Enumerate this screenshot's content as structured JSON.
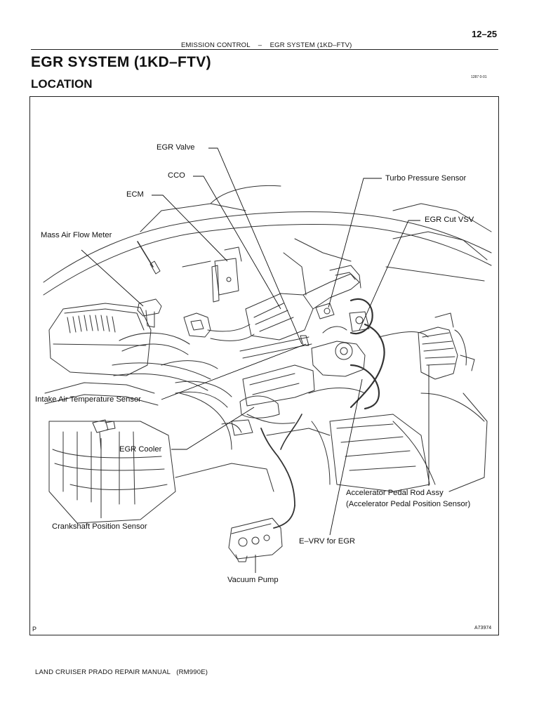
{
  "header": {
    "page_number": "12–25",
    "running_title": "EMISSION CONTROL    –    EGR SYSTEM (1KD–FTV)",
    "code_stamp": "1287 0-01"
  },
  "title": "EGR SYSTEM (1KD–FTV)",
  "section": "LOCATION",
  "figure": {
    "corner_mark": "P",
    "figure_code": "A73974",
    "callouts": {
      "egr_valve": "EGR Valve",
      "cco": "CCO",
      "ecm": "ECM",
      "mass_air_flow_meter": "Mass Air Flow Meter",
      "turbo_pressure_sensor": "Turbo Pressure Sensor",
      "egr_cut_vsv": "EGR Cut VSV",
      "intake_air_temperature_sensor": "Intake Air Temperature Sensor",
      "egr_cooler": "EGR Cooler",
      "crankshaft_position_sensor": "Crankshaft Position Sensor",
      "accelerator_pedal_rod_assy": "Accelerator Pedal Rod Assy",
      "accelerator_pedal_position_sensor": "(Accelerator Pedal Position Sensor)",
      "e_vrv_for_egr": "E–VRV for EGR",
      "vacuum_pump": "Vacuum Pump"
    }
  },
  "footer": "LAND CRUISER PRADO REPAIR MANUAL   (RM990E)"
}
